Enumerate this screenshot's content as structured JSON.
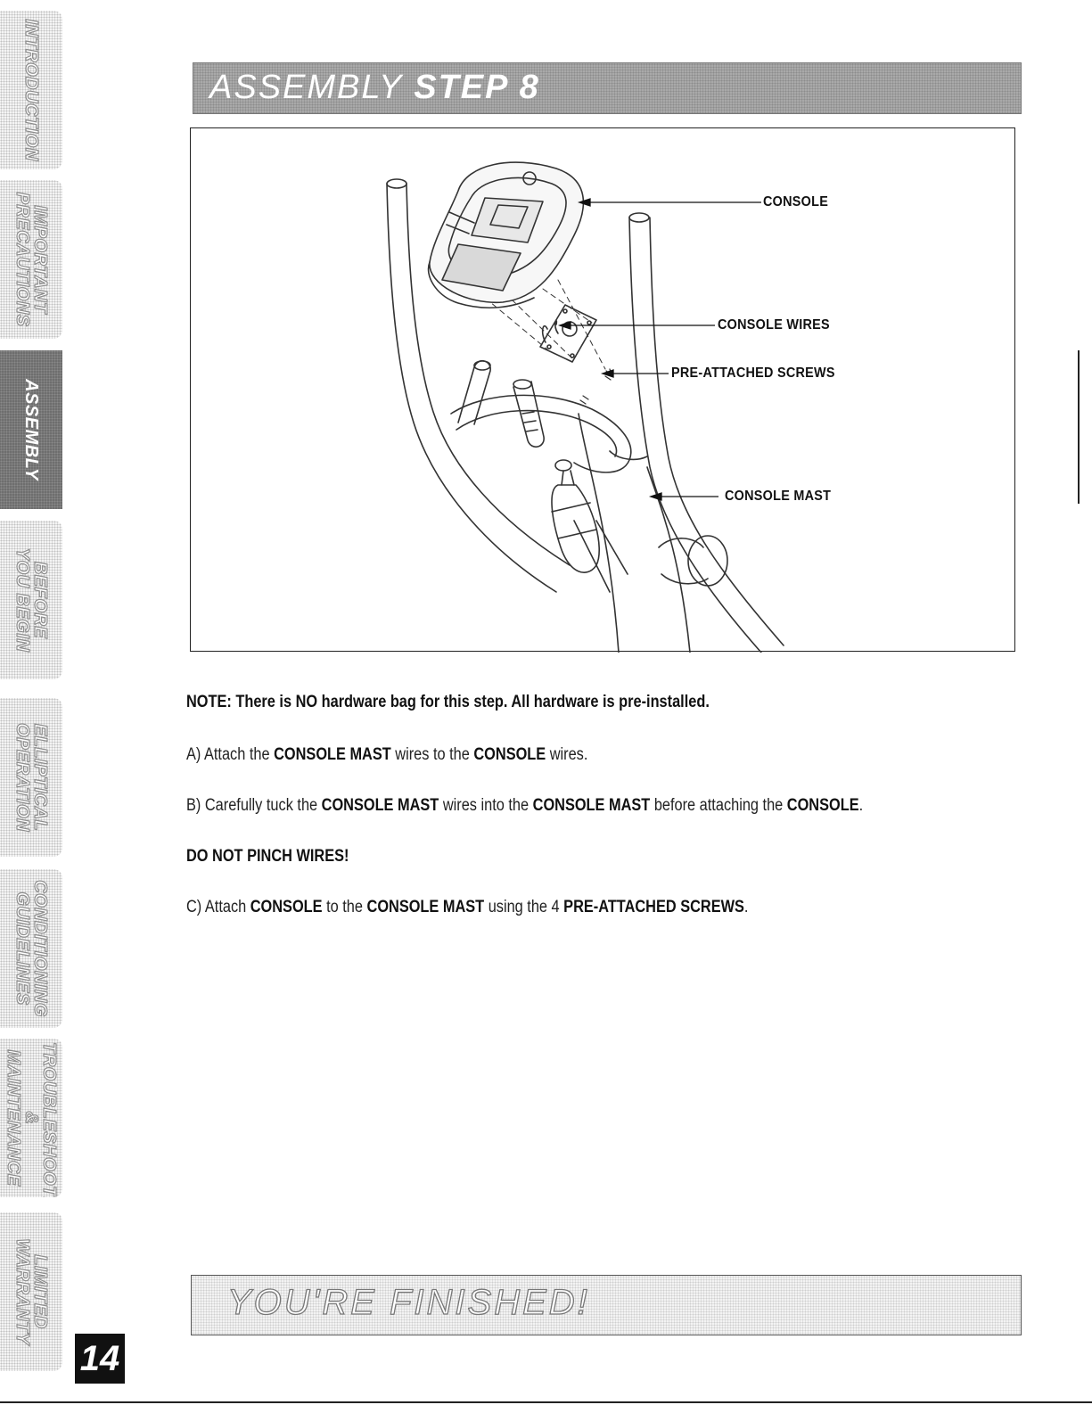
{
  "sidebar": {
    "tabs": [
      {
        "label": "INTRODUCTION",
        "active": false
      },
      {
        "label": "IMPORTANT\nPRECAUTIONS",
        "active": false
      },
      {
        "label": "ASSEMBLY",
        "active": true
      },
      {
        "label": "BEFORE\nYOU BEGIN",
        "active": false
      },
      {
        "label": "ELLIPTICAL\nOPERATION",
        "active": false
      },
      {
        "label": "CONDITIONING\nGUIDELINES",
        "active": false
      },
      {
        "label": "TROUBLESHOOTING\n& MAINTENANCE",
        "active": false
      },
      {
        "label": "LIMITED\nWARRANTY",
        "active": false
      }
    ]
  },
  "header": {
    "title_light": "ASSEMBLY ",
    "title_bold": "STEP 8"
  },
  "diagram": {
    "callouts": {
      "console": "CONSOLE",
      "console_wires": "CONSOLE WIRES",
      "screws": "PRE-ATTACHED SCREWS",
      "mast": "CONSOLE MAST"
    }
  },
  "instructions": {
    "note": "NOTE: There is NO hardware bag for this step. All hardware is pre-installed.",
    "step_a": {
      "t1": "A) Attach the ",
      "b1": "CONSOLE MAST",
      "t2": " wires to the ",
      "b2": "CONSOLE",
      "t3": " wires."
    },
    "step_b": {
      "t1": "B) Carefully tuck the ",
      "b1": "CONSOLE MAST",
      "t2": " wires into the ",
      "b2": "CONSOLE MAST",
      "t3": " before attaching the ",
      "b3": "CONSOLE",
      "t4": "."
    },
    "warning": "DO NOT PINCH WIRES!",
    "step_c": {
      "t1": "C) Attach ",
      "b1": "CONSOLE",
      "t2": " to the ",
      "b2": "CONSOLE MAST",
      "t3": " using the 4 ",
      "b3": "PRE-ATTACHED SCREWS",
      "t4": "."
    }
  },
  "footer": {
    "finished": "YOU'RE FINISHED!",
    "page_number": "14"
  }
}
